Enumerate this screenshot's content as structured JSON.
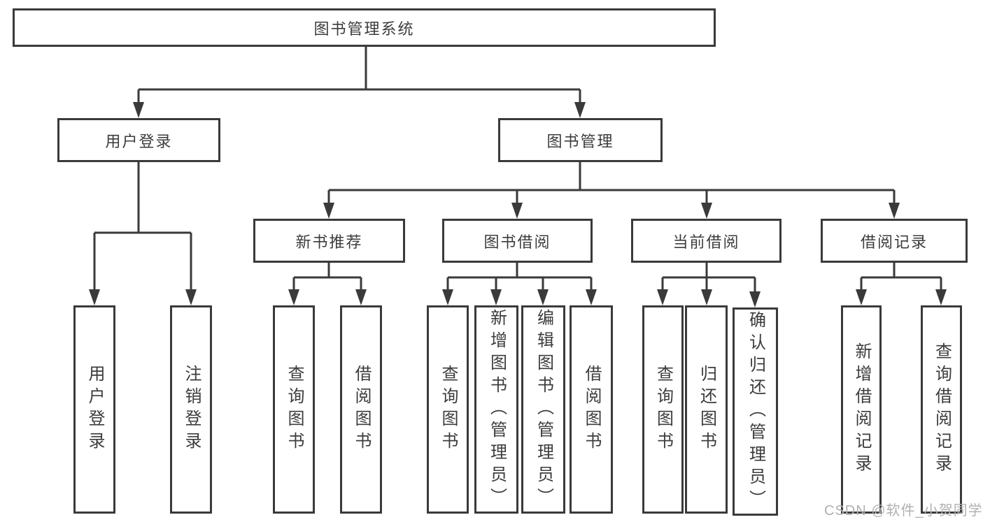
{
  "tree": {
    "root": {
      "label": "图书管理系统"
    },
    "user_branch": {
      "label": "用户登录",
      "leaves": [
        "用户登录",
        "注销登录"
      ]
    },
    "mgmt_branch": {
      "label": "图书管理",
      "children": [
        {
          "label": "新书推荐",
          "leaves": [
            "查询图书",
            "借阅图书"
          ]
        },
        {
          "label": "图书借阅",
          "leaves": [
            "查询图书",
            "新增图书（管理员）",
            "编辑图书（管理员）",
            "借阅图书"
          ]
        },
        {
          "label": "当前借阅",
          "leaves": [
            "查询图书",
            "归还图书",
            "确认归还（管理员）"
          ]
        },
        {
          "label": "借阅记录",
          "leaves": [
            "新增借阅记录",
            "查询借阅记录"
          ]
        }
      ]
    }
  },
  "watermark": "CSDN @软件_小贺同学",
  "colors": {
    "line": "#3a3a3a",
    "text": "#3c3c3c",
    "background": "#ffffff",
    "watermark": "#b0b0b0"
  }
}
